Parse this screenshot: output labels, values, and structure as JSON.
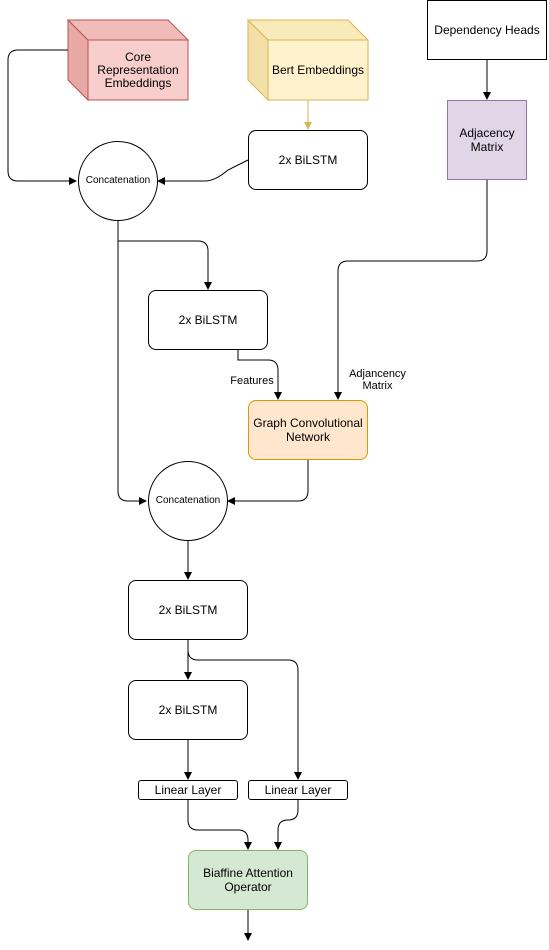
{
  "colors": {
    "line": "#000000",
    "core_fill": "#f8cecc",
    "core_stroke": "#b85450",
    "bert_fill": "#fff2cc",
    "bert_stroke": "#d6b656",
    "adj_fill": "#e1d5e7",
    "adj_stroke": "#9673a6",
    "gcn_fill": "#ffe6cc",
    "gcn_stroke": "#d79b00",
    "biaffine_fill": "#d5e8d4",
    "biaffine_stroke": "#82b366"
  },
  "nodes": {
    "core_embeddings": "Core\nRepresentation\nEmbeddings",
    "bert_embeddings": "Bert Embeddings",
    "dependency_heads": "Dependency Heads",
    "adjacency_matrix": "Adjacency\nMatrix",
    "bilstm_top": "2x BiLSTM",
    "concat_top": "Concatenation",
    "bilstm_features": "2x BiLSTM",
    "gcn": "Graph Convolutional\nNetwork",
    "concat_bottom": "Concatenation",
    "bilstm_3": "2x BiLSTM",
    "bilstm_4": "2x BiLSTM",
    "linear_left": "Linear Layer",
    "linear_right": "Linear Layer",
    "biaffine": "Biaffine Attention\nOperator"
  },
  "edge_labels": {
    "features": "Features",
    "adjacency": "Adjancency\nMatrix"
  }
}
